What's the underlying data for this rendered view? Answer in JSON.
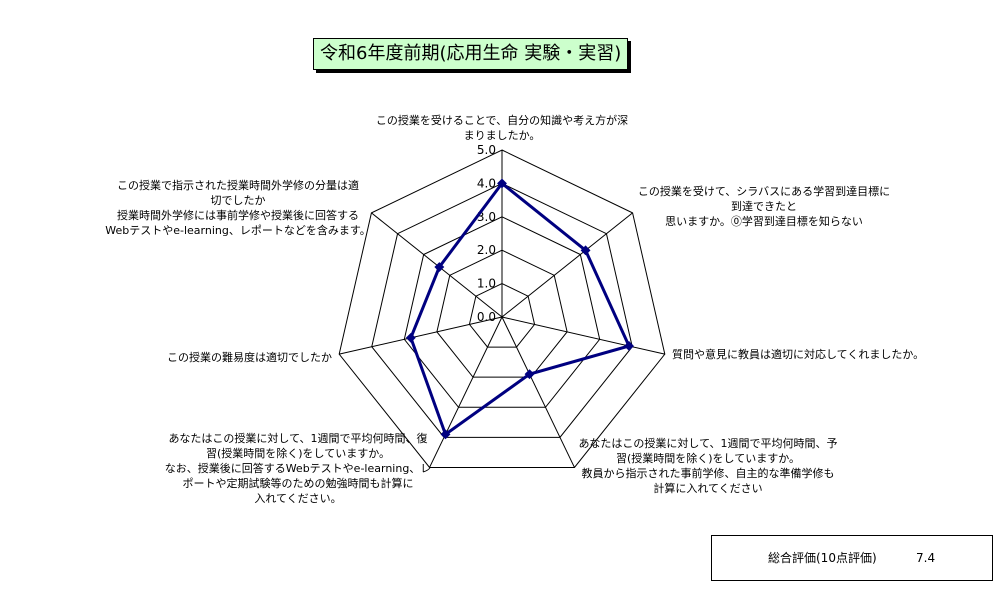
{
  "chart_data": {
    "type": "radar",
    "title": "令和6年度前期(応用生命 実験・実習)",
    "rlim": [
      0,
      5
    ],
    "ticks": [
      "0.0",
      "1.0",
      "2.0",
      "3.0",
      "4.0",
      "5.0"
    ],
    "grid": true,
    "series_color": "#000080",
    "axes": [
      {
        "label": [
          "この授業を受けることで、自分の知識や考え方が深",
          "まりましたか。"
        ],
        "value": 4.0
      },
      {
        "label": [
          "この授業を受けて、シラバスにある学習到達目標に",
          "到達できたと",
          "思いますか。⓪学習到達目標を知らない"
        ],
        "value": 3.2
      },
      {
        "label": [
          "質問や意見に教員は適切に対応してくれましたか。"
        ],
        "value": 3.9
      },
      {
        "label": [
          "あなたはこの授業に対して、1週間で平均何時間、予",
          "習(授業時間を除く)をしていますか。",
          "教員から指示された事前学修、自主的な準備学修も",
          "計算に入れてください"
        ],
        "value": 1.9
      },
      {
        "label": [
          "あなたはこの授業に対して、1週間で平均何時間、復",
          "習(授業時間を除く)をしていますか。",
          "なお、授業後に回答するWebテストやe-learning、レ",
          "ポートや定期試験等のための勉強時間も計算に",
          "入れてください。"
        ],
        "value": 3.9
      },
      {
        "label": [
          "この授業の難易度は適切でしたか"
        ],
        "value": 2.8
      },
      {
        "label": [
          "この授業で指示された授業時間外学修の分量は適",
          "切でしたか",
          "授業時間外学修には事前学修や授業後に回答する",
          "Webテストやe-learning、レポートなどを含みます。"
        ],
        "value": 2.4
      }
    ]
  },
  "summary": {
    "label": "総合評価(10点評価)",
    "value": "7.4"
  }
}
